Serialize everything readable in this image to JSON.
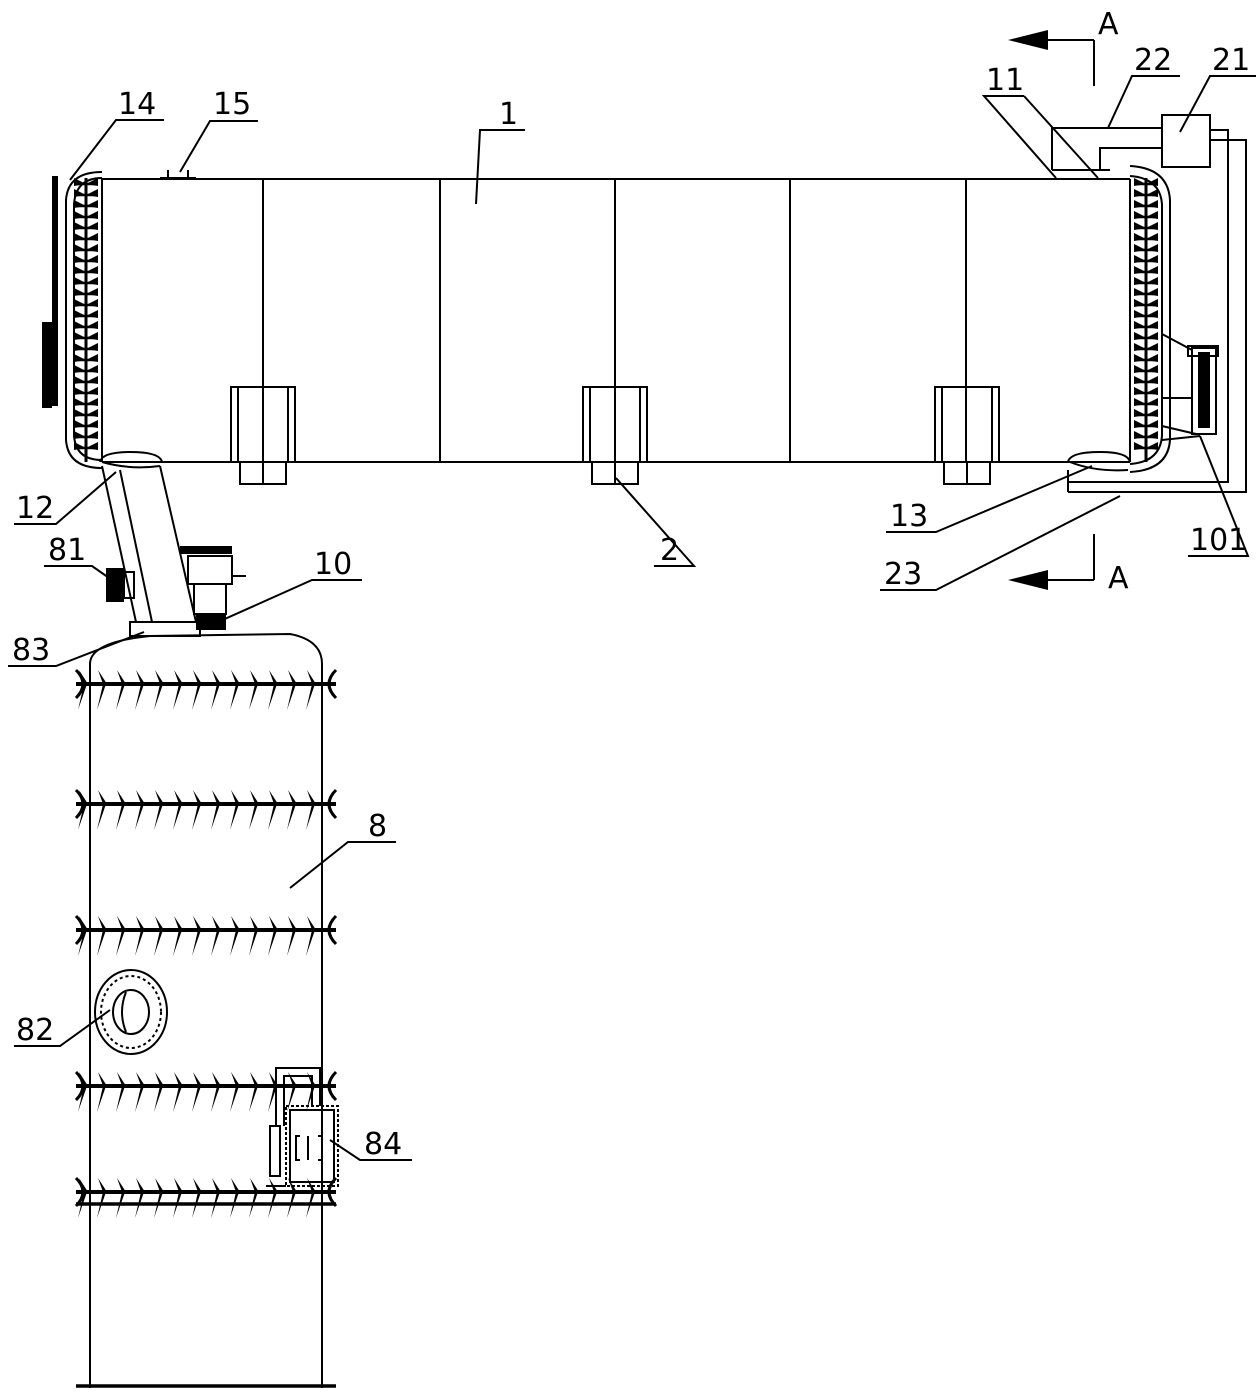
{
  "labels": {
    "l1": "1",
    "l2": "2",
    "l8": "8",
    "l10": "10",
    "l11": "11",
    "l12": "12",
    "l13": "13",
    "l14": "14",
    "l15": "15",
    "l21": "21",
    "l22": "22",
    "l23": "23",
    "l81": "81",
    "l82": "82",
    "l83": "83",
    "l84": "84",
    "l101": "101",
    "sectionTop": "A",
    "sectionBottom": "A"
  }
}
